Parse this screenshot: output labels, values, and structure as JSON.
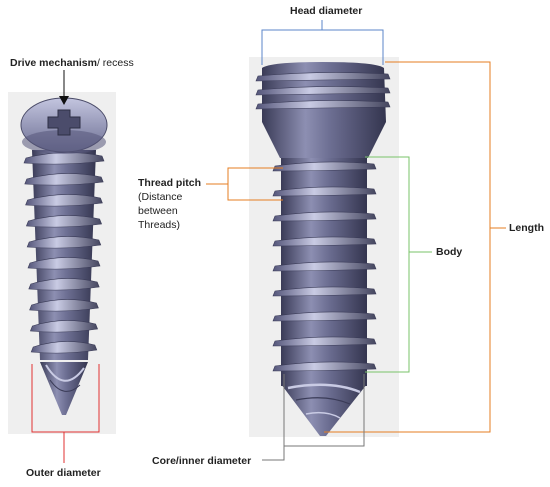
{
  "labels": {
    "head_diameter": "Head diameter",
    "drive_mechanism_bold": "Drive mechanism",
    "drive_mechanism_rest": "/ recess",
    "thread_pitch_bold": "Thread pitch",
    "thread_pitch_line1": "(Distance",
    "thread_pitch_line2": "between",
    "thread_pitch_line3": "Threads)",
    "length": "Length",
    "body": "Body",
    "core_inner_diameter": "Core/inner diameter",
    "outer_diameter": "Outer diameter"
  },
  "colors": {
    "head_diameter_bracket": "#5b86c8",
    "length_bracket": "#e67e22",
    "thread_pitch_bracket": "#e67e22",
    "body_bracket": "#7ac36a",
    "core_diameter_box": "#777777",
    "outer_diameter_box": "#e03030",
    "screw_metal": "#5e6080",
    "screw_highlight": "#aeb0cf",
    "screw_shadow": "#33344d",
    "backdrop": "#eeeeee"
  },
  "icons": {
    "drive_recess": "cross-recess-icon"
  }
}
